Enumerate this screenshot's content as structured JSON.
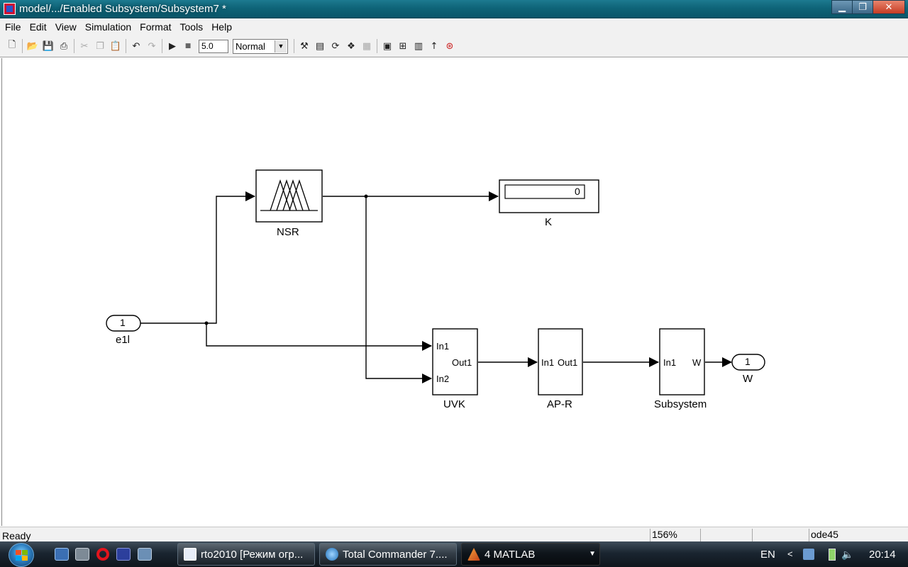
{
  "window": {
    "title": "model/.../Enabled Subsystem/Subsystem7 *",
    "buttons": {
      "minimize": "▁",
      "maximize": "❐",
      "close": "✕"
    }
  },
  "menu": [
    "File",
    "Edit",
    "View",
    "Simulation",
    "Format",
    "Tools",
    "Help"
  ],
  "toolbar": {
    "stop_time": "5.0",
    "sim_mode": "Normal",
    "icons": [
      "new-icon",
      "open-icon",
      "save-icon",
      "print-icon",
      "cut-icon",
      "copy-icon",
      "paste-icon",
      "undo-icon",
      "redo-icon",
      "start-simulation-icon",
      "stop-simulation-icon",
      "build-icon",
      "update-diagram-icon",
      "model-browser-icon",
      "library-browser-icon",
      "model-explorer-icon",
      "debug-icon",
      "go-to-parent-icon",
      "model-advisor-icon"
    ]
  },
  "diagram": {
    "blocks": {
      "inport": {
        "number": "1",
        "label": "e1l"
      },
      "fuzzy": {
        "label": "NSR"
      },
      "display": {
        "value": "0",
        "label": "K"
      },
      "uvk": {
        "label": "UVK",
        "in1": "In1",
        "in2": "In2",
        "out1": "Out1"
      },
      "apr": {
        "label": "AP-R",
        "in1": "In1",
        "out1": "Out1"
      },
      "subsystem": {
        "label": "Subsystem",
        "in1": "In1",
        "out": "W"
      },
      "outport": {
        "number": "1",
        "label": "W"
      }
    }
  },
  "status": {
    "text": "Ready",
    "zoom": "156%",
    "solver": "ode45"
  },
  "taskbar": {
    "tasks": [
      {
        "label": "rto2010 [Режим огр...",
        "icon": "word-document-icon"
      },
      {
        "label": "Total Commander 7....",
        "icon": "total-commander-icon"
      },
      {
        "label": "4 MATLAB",
        "icon": "matlab-icon"
      }
    ],
    "language": "EN",
    "clock": "20:14"
  },
  "colors": {
    "title_bar": "#0f6478",
    "canvas": "#ffffff",
    "lines": "#000000",
    "taskbar": "#1a2530"
  }
}
